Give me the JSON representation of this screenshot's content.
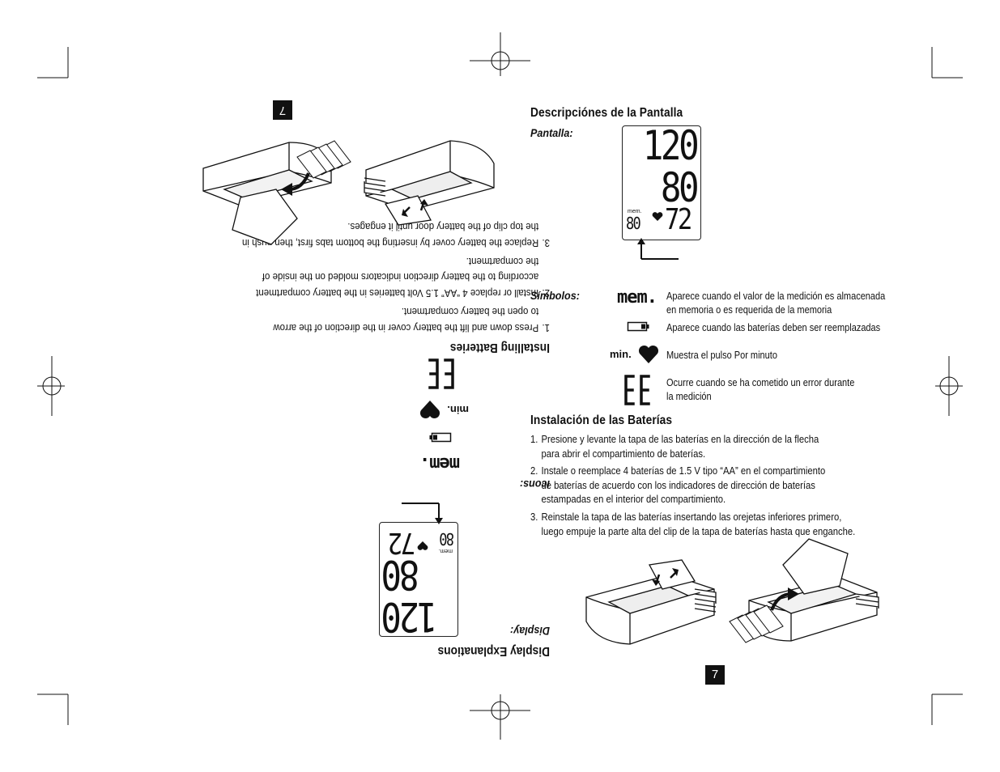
{
  "right_page": {
    "display_heading": "Descripciónes de la Pantalla",
    "screen_label": "Pantalla:",
    "lcd": {
      "systolic": "120",
      "diastolic": "80",
      "pulse": "72",
      "mem_label": "mem.",
      "mem_number": "80"
    },
    "symbols_label": "Símbolos:",
    "symbols": [
      {
        "icon": "mem-symbol",
        "label": "mem.",
        "lines": [
          "Aparece cuando el valor de la medición es almacenada",
          "en memoria o es requerida de la memoria"
        ]
      },
      {
        "icon": "battery-icon",
        "label": "",
        "lines": [
          "Aparece cuando las baterías deben ser reemplazadas"
        ]
      },
      {
        "icon": "heart-icon",
        "label": "min.",
        "lines": [
          "Muestra el pulso Por minuto"
        ]
      },
      {
        "icon": "error-ee-icon",
        "label": "",
        "lines": [
          "Ocurre cuando se ha cometido un error durante",
          "la medición"
        ]
      }
    ],
    "battery_heading": "Instalación de las Baterías",
    "battery_steps": [
      {
        "num": "1.",
        "lines": [
          "Presione y levante la tapa de las baterías en la dirección de la flecha",
          "para abrir el compartimiento de baterías."
        ]
      },
      {
        "num": "2.",
        "lines": [
          "Instale o reemplace 4 baterías de 1.5 V tipo “AA” en el compartimiento",
          "de baterías de acuerdo con los indicadores de dirección de baterías",
          "estampadas en el interior del compartimiento."
        ]
      },
      {
        "num": "3.",
        "lines": [
          "Reinstale la tapa de las baterías insertando las orejetas inferiores primero,",
          "luego empuje la parte alta del clip de la tapa de baterías hasta que enganche."
        ]
      }
    ],
    "page_number": "7"
  },
  "left_page": {
    "display_heading": "Display Explanations",
    "screen_label": "Display:",
    "lcd": {
      "systolic": "120",
      "diastolic": "80",
      "pulse": "72",
      "mem_label": "mem.",
      "mem_number": "80"
    },
    "icons_label": "Icons:",
    "icons": [
      {
        "icon": "mem-symbol",
        "label": "mem."
      },
      {
        "icon": "battery-icon",
        "label": ""
      },
      {
        "icon": "heart-icon",
        "label": "min."
      },
      {
        "icon": "error-ee-icon",
        "label": ""
      }
    ],
    "battery_heading": "Installing Batteries",
    "battery_steps": [
      {
        "num": "1.",
        "lines": [
          "Press down and lift the battery cover in the direction of the arrow",
          "to open the battery compartment."
        ]
      },
      {
        "num": "2.",
        "lines": [
          "Install or replace 4 “AA” 1.5 Volt batteries in the battery compartment",
          "according to the battery direction indicators molded on the inside of",
          "the compartment."
        ]
      },
      {
        "num": "3.",
        "lines": [
          "Replace the battery cover by inserting the bottom tabs first, then push in",
          "the top clip of the battery door until it engages."
        ]
      }
    ],
    "page_number": "7"
  },
  "colors": {
    "ink": "#111111",
    "paper": "#ffffff"
  }
}
